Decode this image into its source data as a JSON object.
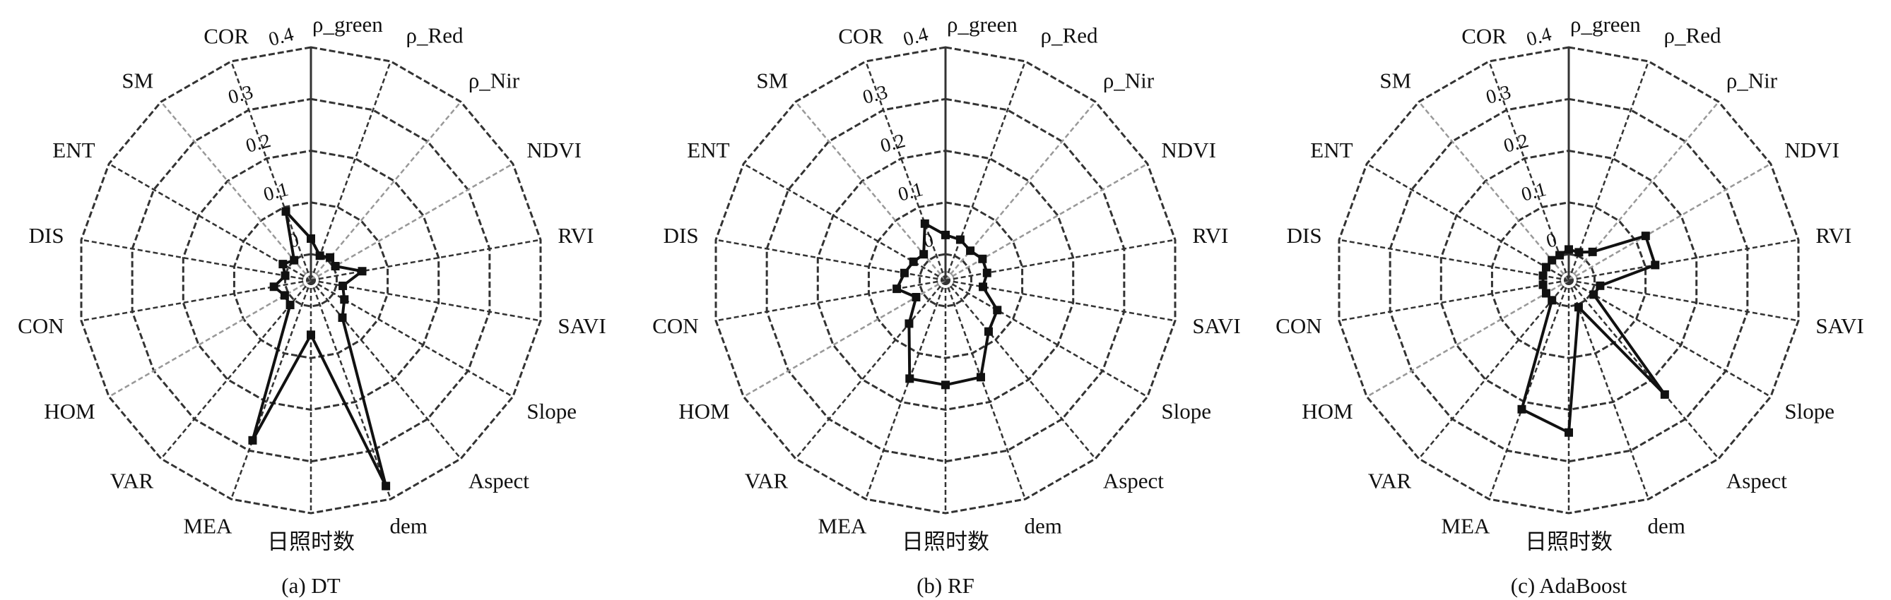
{
  "chart_data": [
    {
      "type": "radar",
      "title": "(a) DT",
      "axes": [
        "ρ_green",
        "ρ_Red",
        "ρ_Nir",
        "NDVI",
        "RVI",
        "SAVI",
        "Slope",
        "Aspect",
        "dem",
        "日照时数",
        "MEA",
        "VAR",
        "HOM",
        "CON",
        "DIS",
        "ENT",
        "SM",
        "COR"
      ],
      "values": [
        0.03,
        0.0,
        0.007,
        0.004,
        0.05,
        0.012,
        0.024,
        0.044,
        0.373,
        0.055,
        0.279,
        0.012,
        0.008,
        0.022,
        0.0,
        0.012,
        0.0,
        0.091
      ],
      "rlim": [
        -0.05,
        0.4
      ],
      "rticks": [
        0,
        0.1,
        0.2,
        0.3,
        0.4
      ],
      "rtick_labels": [
        "0",
        "0.1",
        "0.2",
        "0.3",
        "0.4"
      ],
      "grid": true
    },
    {
      "type": "radar",
      "title": "(b) RF",
      "axes": [
        "ρ_green",
        "ρ_Red",
        "ρ_Nir",
        "NDVI",
        "RVI",
        "SAVI",
        "Slope",
        "Aspect",
        "dem",
        "日照时数",
        "MEA",
        "VAR",
        "HOM",
        "CON",
        "DIS",
        "ENT",
        "SM",
        "COR"
      ],
      "values": [
        0.037,
        0.033,
        0.024,
        0.032,
        0.031,
        0.023,
        0.065,
        0.079,
        0.149,
        0.152,
        0.152,
        0.059,
        0.015,
        0.045,
        0.03,
        0.021,
        0.015,
        0.066
      ],
      "rlim": [
        -0.05,
        0.4
      ],
      "rticks": [
        0,
        0.1,
        0.2,
        0.3,
        0.4
      ],
      "rtick_labels": [
        "0",
        "0.1",
        "0.2",
        "0.3",
        "0.4"
      ],
      "grid": true
    },
    {
      "type": "radar",
      "title": "(c) AdaBoost",
      "axes": [
        "ρ_green",
        "ρ_Red",
        "ρ_Nir",
        "NDVI",
        "RVI",
        "SAVI",
        "Slope",
        "Aspect",
        "dem",
        "日照时数",
        "MEA",
        "VAR",
        "HOM",
        "CON",
        "DIS",
        "ENT",
        "SM",
        "COR"
      ],
      "values": [
        0.009,
        0.007,
        0.021,
        0.121,
        0.119,
        0.011,
        0.005,
        0.238,
        0.005,
        0.244,
        0.215,
        0.0,
        0.0,
        0.0,
        0.0,
        0.0,
        0.0,
        0.001
      ],
      "rlim": [
        -0.05,
        0.4
      ],
      "rticks": [
        0,
        0.1,
        0.2,
        0.3,
        0.4
      ],
      "rtick_labels": [
        "0",
        "0.1",
        "0.2",
        "0.3",
        "0.4"
      ],
      "grid": true
    }
  ],
  "colors": {
    "line": "#111111",
    "grid": "#333333",
    "grid_light": "#999999"
  }
}
